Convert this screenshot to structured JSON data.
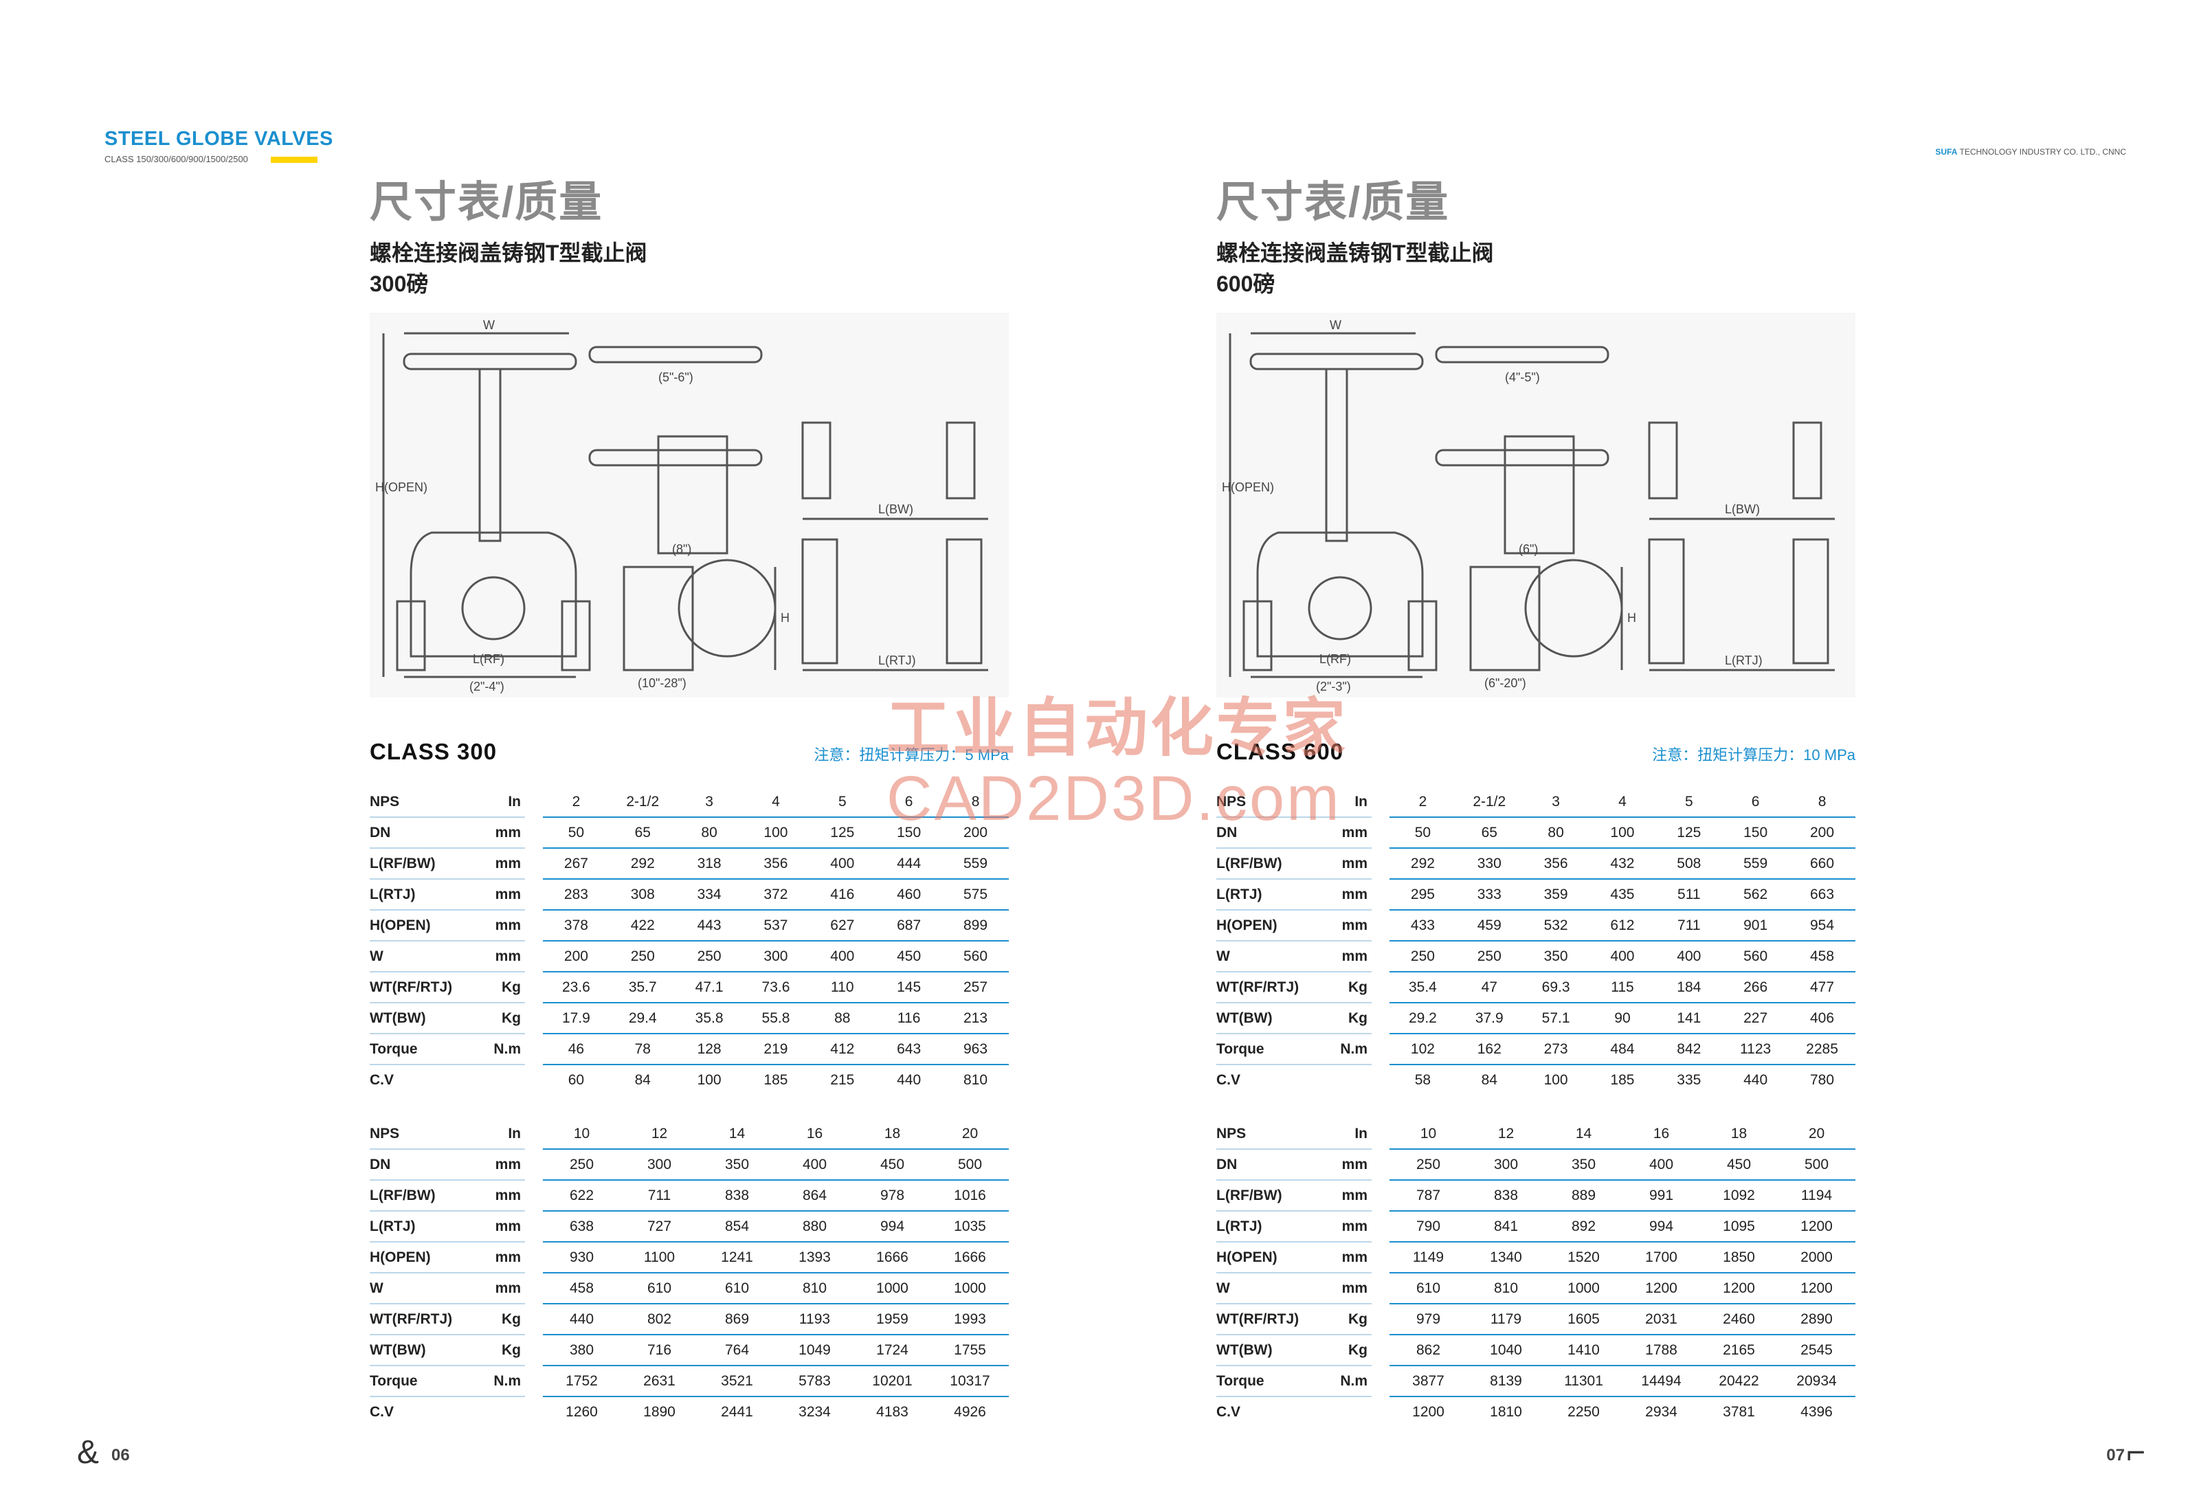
{
  "header": {
    "title": "STEEL GLOBE VALVES",
    "subtitle": "CLASS 150/300/600/900/1500/2500",
    "company_brand": "SUFA",
    "company_rest": "TECHNOLOGY INDUSTRY CO. LTD., CNNC"
  },
  "watermark": {
    "line1": "工业自动化专家",
    "line2": "CAD2D3D.com"
  },
  "left": {
    "title": "尺寸表/质量",
    "subtitle": "螺栓连接阀盖铸钢T型截止阀",
    "pressure_class": "300磅",
    "class_label": "CLASS 300",
    "note": "注意：扭矩计算压力：5 MPa",
    "page_number": "06",
    "drawing_labels": {
      "w": "W",
      "h_open": "H(OPEN)",
      "l_rf": "L(RF)",
      "size_a": "(2\"-4\")",
      "size_b": "(5\"-6\")",
      "size_c": "(8\")",
      "size_d": "(10\"-28\")",
      "l_bw": "L(BW)",
      "l_rtj": "L(RTJ)",
      "h": "H"
    },
    "table1": {
      "rows": [
        {
          "label": "NPS",
          "unit": "In",
          "values": [
            "2",
            "2-1/2",
            "3",
            "4",
            "5",
            "6",
            "8"
          ]
        },
        {
          "label": "DN",
          "unit": "mm",
          "values": [
            "50",
            "65",
            "80",
            "100",
            "125",
            "150",
            "200"
          ]
        },
        {
          "label": "L(RF/BW)",
          "unit": "mm",
          "values": [
            "267",
            "292",
            "318",
            "356",
            "400",
            "444",
            "559"
          ]
        },
        {
          "label": "L(RTJ)",
          "unit": "mm",
          "values": [
            "283",
            "308",
            "334",
            "372",
            "416",
            "460",
            "575"
          ]
        },
        {
          "label": "H(OPEN)",
          "unit": "mm",
          "values": [
            "378",
            "422",
            "443",
            "537",
            "627",
            "687",
            "899"
          ]
        },
        {
          "label": "W",
          "unit": "mm",
          "values": [
            "200",
            "250",
            "250",
            "300",
            "400",
            "450",
            "560"
          ]
        },
        {
          "label": "WT(RF/RTJ)",
          "unit": "Kg",
          "values": [
            "23.6",
            "35.7",
            "47.1",
            "73.6",
            "110",
            "145",
            "257"
          ]
        },
        {
          "label": "WT(BW)",
          "unit": "Kg",
          "values": [
            "17.9",
            "29.4",
            "35.8",
            "55.8",
            "88",
            "116",
            "213"
          ]
        },
        {
          "label": "Torque",
          "unit": "N.m",
          "values": [
            "46",
            "78",
            "128",
            "219",
            "412",
            "643",
            "963"
          ]
        },
        {
          "label": "C.V",
          "unit": "",
          "values": [
            "60",
            "84",
            "100",
            "185",
            "215",
            "440",
            "810"
          ]
        }
      ]
    },
    "table2": {
      "rows": [
        {
          "label": "NPS",
          "unit": "In",
          "values": [
            "10",
            "12",
            "14",
            "16",
            "18",
            "20"
          ]
        },
        {
          "label": "DN",
          "unit": "mm",
          "values": [
            "250",
            "300",
            "350",
            "400",
            "450",
            "500"
          ]
        },
        {
          "label": "L(RF/BW)",
          "unit": "mm",
          "values": [
            "622",
            "711",
            "838",
            "864",
            "978",
            "1016"
          ]
        },
        {
          "label": "L(RTJ)",
          "unit": "mm",
          "values": [
            "638",
            "727",
            "854",
            "880",
            "994",
            "1035"
          ]
        },
        {
          "label": "H(OPEN)",
          "unit": "mm",
          "values": [
            "930",
            "1100",
            "1241",
            "1393",
            "1666",
            "1666"
          ]
        },
        {
          "label": "W",
          "unit": "mm",
          "values": [
            "458",
            "610",
            "610",
            "810",
            "1000",
            "1000"
          ]
        },
        {
          "label": "WT(RF/RTJ)",
          "unit": "Kg",
          "values": [
            "440",
            "802",
            "869",
            "1193",
            "1959",
            "1993"
          ]
        },
        {
          "label": "WT(BW)",
          "unit": "Kg",
          "values": [
            "380",
            "716",
            "764",
            "1049",
            "1724",
            "1755"
          ]
        },
        {
          "label": "Torque",
          "unit": "N.m",
          "values": [
            "1752",
            "2631",
            "3521",
            "5783",
            "10201",
            "10317"
          ]
        },
        {
          "label": "C.V",
          "unit": "",
          "values": [
            "1260",
            "1890",
            "2441",
            "3234",
            "4183",
            "4926"
          ]
        }
      ]
    }
  },
  "right": {
    "title": "尺寸表/质量",
    "subtitle": "螺栓连接阀盖铸钢T型截止阀",
    "pressure_class": "600磅",
    "class_label": "CLASS 600",
    "note": "注意：扭矩计算压力：10 MPa",
    "page_number": "07",
    "drawing_labels": {
      "w": "W",
      "h_open": "H(OPEN)",
      "l_rf": "L(RF)",
      "size_a": "(2\"-3\")",
      "size_b": "(4\"-5\")",
      "size_c": "(6\")",
      "size_d": "(6\"-20\")",
      "l_bw": "L(BW)",
      "l_rtj": "L(RTJ)",
      "h": "H"
    },
    "table1": {
      "rows": [
        {
          "label": "NPS",
          "unit": "In",
          "values": [
            "2",
            "2-1/2",
            "3",
            "4",
            "5",
            "6",
            "8"
          ]
        },
        {
          "label": "DN",
          "unit": "mm",
          "values": [
            "50",
            "65",
            "80",
            "100",
            "125",
            "150",
            "200"
          ]
        },
        {
          "label": "L(RF/BW)",
          "unit": "mm",
          "values": [
            "292",
            "330",
            "356",
            "432",
            "508",
            "559",
            "660"
          ]
        },
        {
          "label": "L(RTJ)",
          "unit": "mm",
          "values": [
            "295",
            "333",
            "359",
            "435",
            "511",
            "562",
            "663"
          ]
        },
        {
          "label": "H(OPEN)",
          "unit": "mm",
          "values": [
            "433",
            "459",
            "532",
            "612",
            "711",
            "901",
            "954"
          ]
        },
        {
          "label": "W",
          "unit": "mm",
          "values": [
            "250",
            "250",
            "350",
            "400",
            "400",
            "560",
            "458"
          ]
        },
        {
          "label": "WT(RF/RTJ)",
          "unit": "Kg",
          "values": [
            "35.4",
            "47",
            "69.3",
            "115",
            "184",
            "266",
            "477"
          ]
        },
        {
          "label": "WT(BW)",
          "unit": "Kg",
          "values": [
            "29.2",
            "37.9",
            "57.1",
            "90",
            "141",
            "227",
            "406"
          ]
        },
        {
          "label": "Torque",
          "unit": "N.m",
          "values": [
            "102",
            "162",
            "273",
            "484",
            "842",
            "1123",
            "2285"
          ]
        },
        {
          "label": "C.V",
          "unit": "",
          "values": [
            "58",
            "84",
            "100",
            "185",
            "335",
            "440",
            "780"
          ]
        }
      ]
    },
    "table2": {
      "rows": [
        {
          "label": "NPS",
          "unit": "In",
          "values": [
            "10",
            "12",
            "14",
            "16",
            "18",
            "20"
          ]
        },
        {
          "label": "DN",
          "unit": "mm",
          "values": [
            "250",
            "300",
            "350",
            "400",
            "450",
            "500"
          ]
        },
        {
          "label": "L(RF/BW)",
          "unit": "mm",
          "values": [
            "787",
            "838",
            "889",
            "991",
            "1092",
            "1194"
          ]
        },
        {
          "label": "L(RTJ)",
          "unit": "mm",
          "values": [
            "790",
            "841",
            "892",
            "994",
            "1095",
            "1200"
          ]
        },
        {
          "label": "H(OPEN)",
          "unit": "mm",
          "values": [
            "1149",
            "1340",
            "1520",
            "1700",
            "1850",
            "2000"
          ]
        },
        {
          "label": "W",
          "unit": "mm",
          "values": [
            "610",
            "810",
            "1000",
            "1200",
            "1200",
            "1200"
          ]
        },
        {
          "label": "WT(RF/RTJ)",
          "unit": "Kg",
          "values": [
            "979",
            "1179",
            "1605",
            "2031",
            "2460",
            "2890"
          ]
        },
        {
          "label": "WT(BW)",
          "unit": "Kg",
          "values": [
            "862",
            "1040",
            "1410",
            "1788",
            "2165",
            "2545"
          ]
        },
        {
          "label": "Torque",
          "unit": "N.m",
          "values": [
            "3877",
            "8139",
            "11301",
            "14494",
            "20422",
            "20934"
          ]
        },
        {
          "label": "C.V",
          "unit": "",
          "values": [
            "1200",
            "1810",
            "2250",
            "2934",
            "3781",
            "4396"
          ]
        }
      ]
    }
  }
}
